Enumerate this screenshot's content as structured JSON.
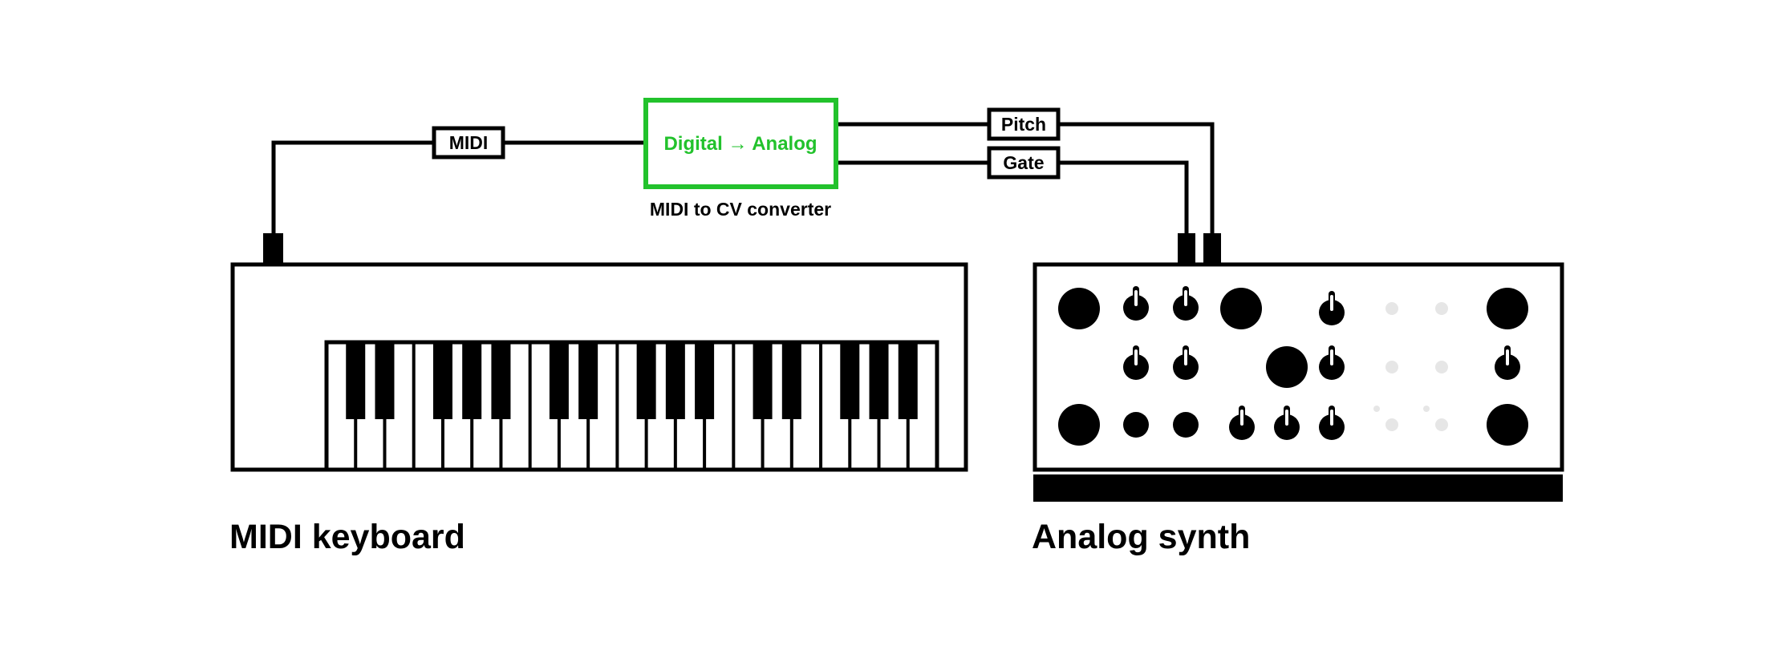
{
  "colors": {
    "ink": "#000000",
    "accent": "#22c22c",
    "muted": "#e6e6e6",
    "background": "#ffffff"
  },
  "devices": {
    "keyboard": {
      "caption": "MIDI keyboard"
    },
    "synth": {
      "caption": "Analog synth"
    }
  },
  "converter": {
    "title": "Digital → Analog",
    "caption": "MIDI to CV converter"
  },
  "cables": {
    "midi": "MIDI",
    "pitch": "Pitch",
    "gate": "Gate"
  }
}
